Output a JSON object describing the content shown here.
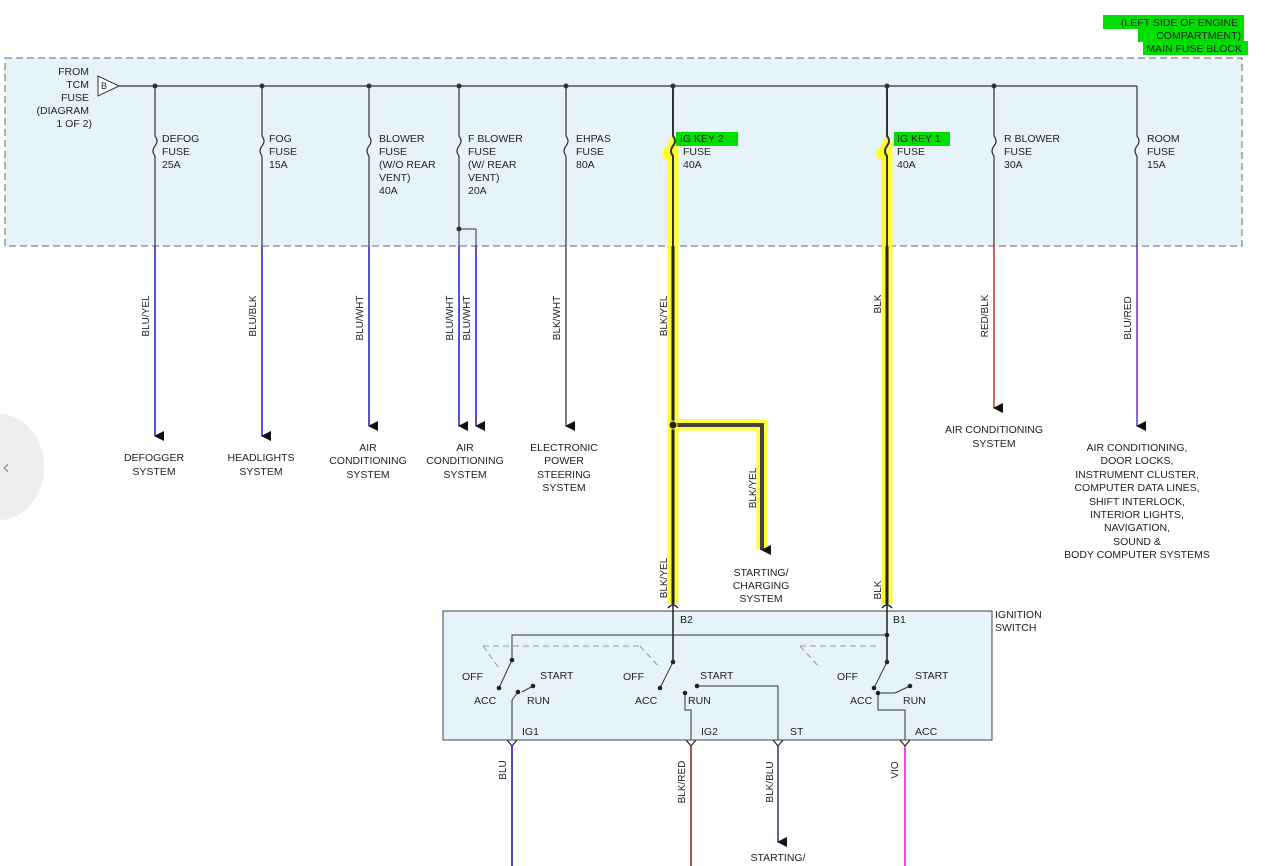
{
  "colors": {
    "highlight_green": "#00dd00",
    "highlight_yellow": "#ffff33",
    "box_fill": "#e6f3fb",
    "wire_blue": "#1c1ccc",
    "wire_black": "#333333",
    "wire_red": "#c0392b",
    "wire_purple": "#6a2fd8",
    "wire_violet": "#e020e0"
  },
  "header_note": {
    "line1": "(LEFT SIDE OF ENGINE",
    "line2": "COMPARTMENT)",
    "line3": "MAIN FUSE BLOCK"
  },
  "source": {
    "lines": [
      "FROM",
      "TCM",
      "FUSE",
      "(DIAGRAM",
      "1 OF 2)"
    ],
    "connector": "B"
  },
  "fuses": [
    {
      "lines": [
        "DEFOG",
        "FUSE",
        "25A"
      ]
    },
    {
      "lines": [
        "FOG",
        "FUSE",
        "15A"
      ]
    },
    {
      "lines": [
        "BLOWER",
        "FUSE",
        "(W/O REAR",
        "VENT)",
        "40A"
      ]
    },
    {
      "lines": [
        "F BLOWER",
        "FUSE",
        "(W/ REAR",
        "VENT)",
        "20A"
      ]
    },
    {
      "lines": [
        "EHPAS",
        "FUSE",
        "80A"
      ]
    },
    {
      "lines": [
        "IG KEY 2",
        "FUSE",
        "40A"
      ]
    },
    {
      "lines": [
        "IG KEY 1",
        "FUSE",
        "40A"
      ]
    },
    {
      "lines": [
        "R BLOWER",
        "FUSE",
        "30A"
      ]
    },
    {
      "lines": [
        "ROOM",
        "FUSE",
        "15A"
      ]
    }
  ],
  "wires": {
    "defog": "BLU/YEL",
    "fog": "BLU/BLK",
    "blower": "BLU/WHT",
    "fblower_a": "BLU/WHT",
    "fblower_b": "BLU/WHT",
    "ehpas": "BLK/WHT",
    "igkey2": "BLK/YEL",
    "starting_branch": "BLK/YEL",
    "igkey1": "BLK",
    "rblower": "RED/BLK",
    "room": "BLU/RED",
    "igkey2_low": "BLK/YEL",
    "igkey1_low": "BLK",
    "ig1": "BLU",
    "ig2": "BLK/RED",
    "st": "BLK/BLU",
    "acc": "VIO"
  },
  "destinations": {
    "defogger": [
      "DEFOGGER",
      "SYSTEM"
    ],
    "headlights": [
      "HEADLIGHTS",
      "SYSTEM"
    ],
    "ac1": [
      "AIR",
      "CONDITIONING",
      "SYSTEM"
    ],
    "ac2": [
      "AIR",
      "CONDITIONING",
      "SYSTEM"
    ],
    "eps": [
      "ELECTRONIC",
      "POWER",
      "STEERING",
      "SYSTEM"
    ],
    "starting1": [
      "STARTING/",
      "CHARGING",
      "SYSTEM"
    ],
    "ac3": [
      "AIR CONDITIONING",
      "SYSTEM"
    ],
    "room": [
      "AIR CONDITIONING,",
      "DOOR LOCKS,",
      "INSTRUMENT CLUSTER,",
      "COMPUTER DATA LINES,",
      "SHIFT INTERLOCK,",
      "INTERIOR LIGHTS,",
      "NAVIGATION,",
      "SOUND &",
      "BODY COMPUTER SYSTEMS"
    ],
    "starting2": [
      "STARTING/"
    ]
  },
  "ignition_switch": {
    "title": [
      "IGNITION",
      "SWITCH"
    ],
    "pins": {
      "b2": "B2",
      "b1": "B1",
      "ig1": "IG1",
      "ig2": "IG2",
      "st": "ST",
      "acc": "ACC"
    },
    "positions": {
      "off": "OFF",
      "acc": "ACC",
      "run": "RUN",
      "start": "START"
    }
  }
}
